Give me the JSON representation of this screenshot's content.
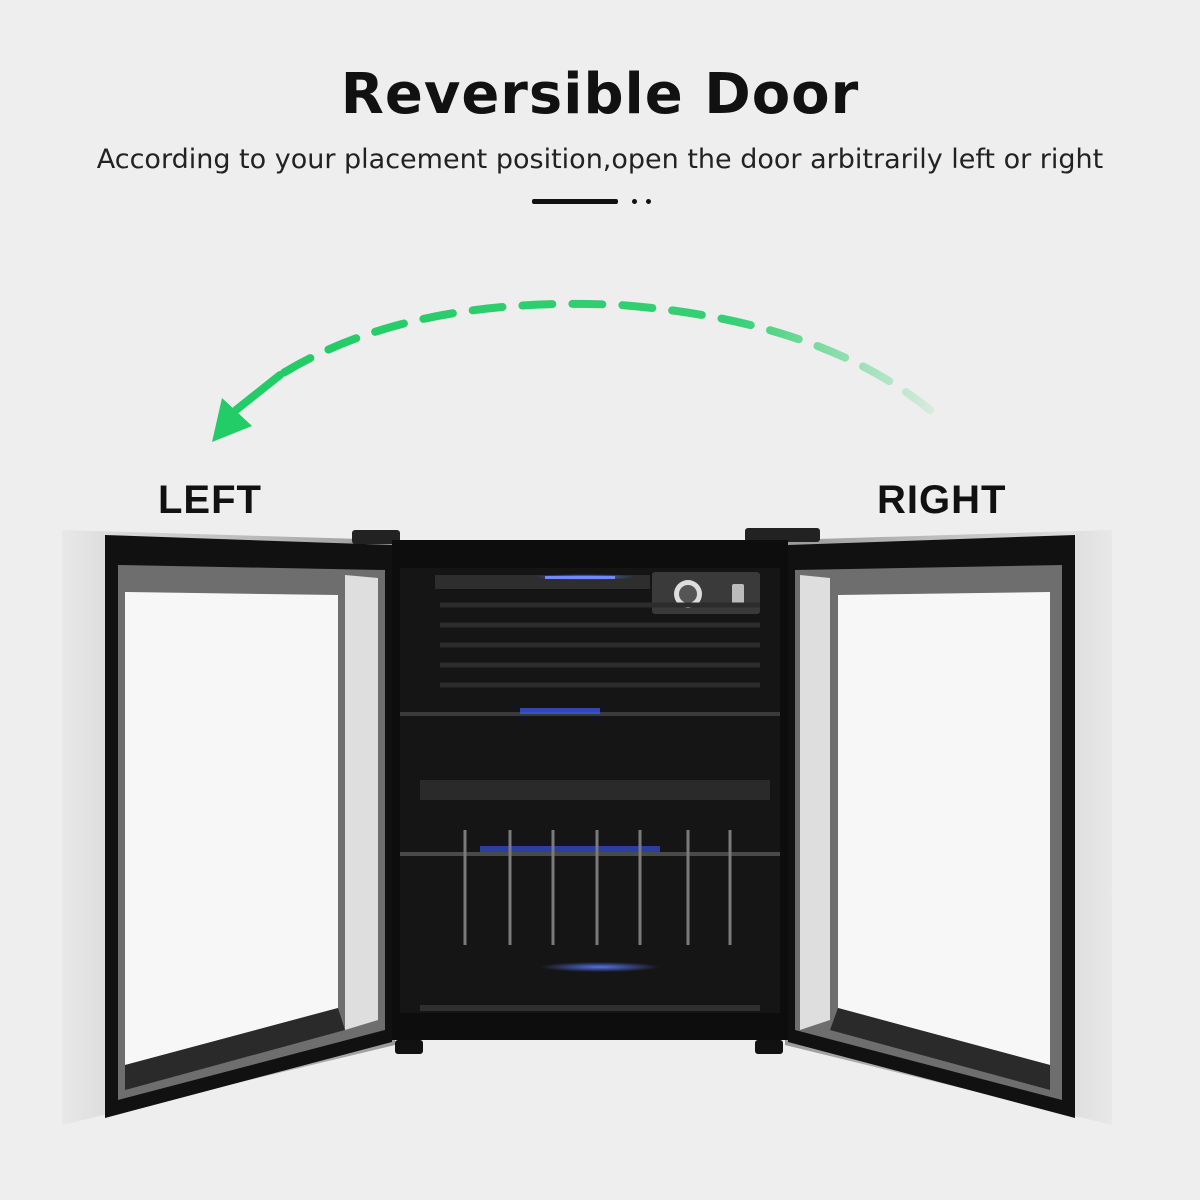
{
  "header": {
    "title": "Reversible Door",
    "subtitle": "According to your placement position,open the door arbitrarily left or right"
  },
  "labels": {
    "left": "LEFT",
    "right": "RIGHT"
  },
  "colors": {
    "arrow": "#22cc66",
    "background": "#eeeeee",
    "cabinet": "#0d0d0d",
    "led": "#3a5cff"
  },
  "icons": {
    "arrow": "curved-dashed-arrow-icon",
    "knob": "thermostat-knob-icon",
    "switch": "light-switch-icon"
  }
}
